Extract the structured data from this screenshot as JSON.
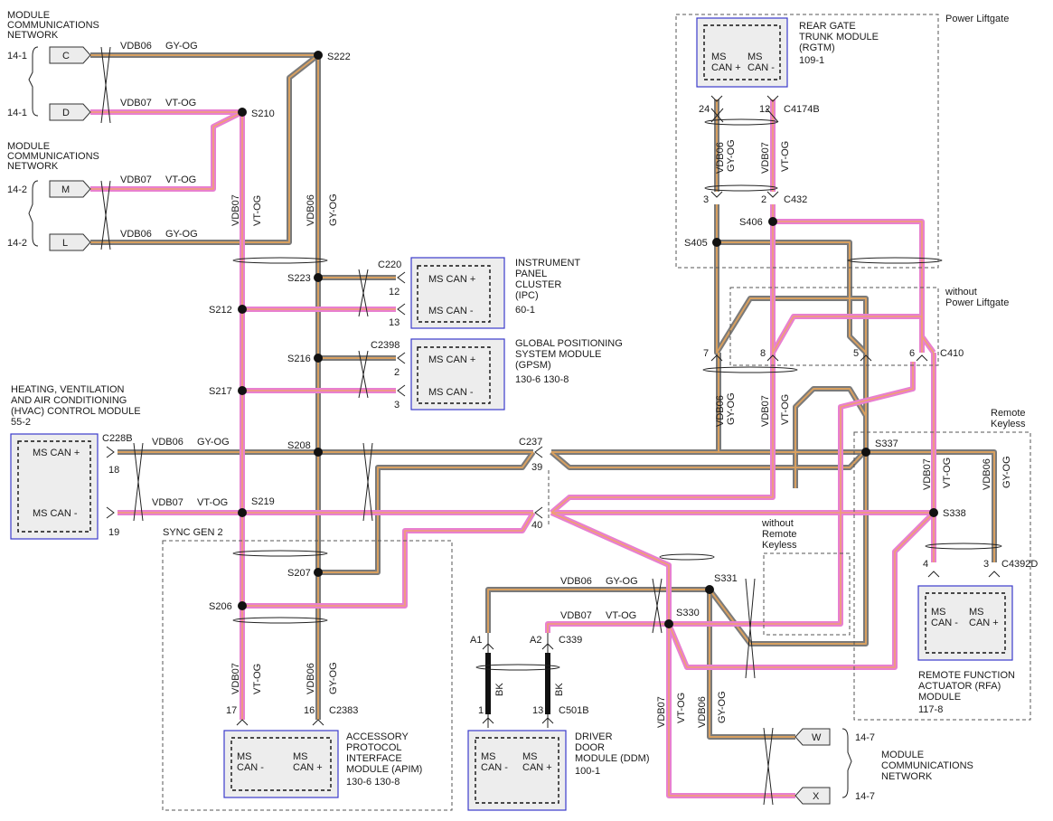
{
  "labels": {
    "mcn_top": [
      "MODULE",
      "COMMUNICATIONS",
      "NETWORK"
    ],
    "mcn_mid": [
      "MODULE",
      "COMMUNICATIONS",
      "NETWORK"
    ],
    "mcn_bottom": [
      "MODULE",
      "COMMUNICATIONS",
      "NETWORK"
    ],
    "ref_14_1a": "14-1",
    "ref_14_1b": "14-1",
    "ref_14_2a": "14-2",
    "ref_14_2b": "14-2",
    "ref_14_7a": "14-7",
    "ref_14_7b": "14-7",
    "conn_C": "C",
    "conn_D": "D",
    "conn_M": "M",
    "conn_L": "L",
    "conn_W": "W",
    "conn_X": "X",
    "power_liftgate": "Power Liftgate",
    "without_power_liftgate": [
      "without",
      "Power Liftgate"
    ],
    "remote_keyless": [
      "Remote",
      "Keyless"
    ],
    "without_remote_keyless": [
      "without",
      "Remote",
      "Keyless"
    ],
    "sync_gen2": "SYNC GEN 2"
  },
  "circuits": {
    "vdb06": "VDB06",
    "vdb07": "VDB07",
    "gyog": "GY-OG",
    "vtog": "VT-OG",
    "bk": "BK"
  },
  "splices": [
    "S222",
    "S210",
    "S223",
    "S212",
    "S216",
    "S217",
    "S208",
    "S219",
    "S207",
    "S206",
    "S405",
    "S406",
    "S337",
    "S338",
    "S331",
    "S330"
  ],
  "connectors": {
    "c220": "C220",
    "c2398": "C2398",
    "c228b": "C228B",
    "c237": "C237",
    "c4174b": "C4174B",
    "c432": "C432",
    "c410": "C410",
    "c4392d": "C4392D",
    "c339": "C339",
    "c501b": "C501B",
    "c2383": "C2383"
  },
  "pins": {
    "p12": "12",
    "p13": "13",
    "p2": "2",
    "p3": "3",
    "p18": "18",
    "p19": "19",
    "p39": "39",
    "p40": "40",
    "p24": "24",
    "p12b": "12",
    "p3b": "3",
    "p2b": "2",
    "p7": "7",
    "p8": "8",
    "p5": "5",
    "p6": "6",
    "p4": "4",
    "p3c": "3",
    "pA1": "A1",
    "pA2": "A2",
    "p1": "1",
    "p13b": "13",
    "p17": "17",
    "p16": "16"
  },
  "modules": {
    "ipc": {
      "name": [
        "INSTRUMENT",
        "PANEL",
        "CLUSTER",
        "(IPC)"
      ],
      "ref": "60-1",
      "pin_a": "MS CAN +",
      "pin_b": "MS CAN -"
    },
    "gpsm": {
      "name": [
        "GLOBAL POSITIONING",
        "SYSTEM MODULE",
        "(GPSM)"
      ],
      "ref": "130-6  130-8",
      "pin_a": "MS CAN +",
      "pin_b": "MS CAN -"
    },
    "hvac": {
      "name": [
        "HEATING, VENTILATION",
        "AND AIR CONDITIONING",
        "(HVAC) CONTROL MODULE"
      ],
      "ref": "55-2",
      "pin_a": "MS CAN +",
      "pin_b": "MS CAN -"
    },
    "rgtm": {
      "name": [
        "REAR GATE",
        "TRUNK MODULE",
        "(RGTM)"
      ],
      "ref": "109-1",
      "pin_a": [
        "MS",
        "CAN +"
      ],
      "pin_b": [
        "MS",
        "CAN -"
      ]
    },
    "rfa": {
      "name": [
        "REMOTE FUNCTION",
        "ACTUATOR (RFA)",
        "MODULE"
      ],
      "ref": "117-8",
      "pin_a": [
        "MS",
        "CAN -"
      ],
      "pin_b": [
        "MS",
        "CAN +"
      ]
    },
    "apim": {
      "name": [
        "ACCESSORY",
        "PROTOCOL",
        "INTERFACE",
        "MODULE (APIM)"
      ],
      "ref": "130-6  130-8",
      "pin_a": [
        "MS",
        "CAN -"
      ],
      "pin_b": [
        "MS",
        "CAN +"
      ]
    },
    "ddm": {
      "name": [
        "DRIVER",
        "DOOR",
        "MODULE (DDM)"
      ],
      "ref": "100-1",
      "pin_a": [
        "MS",
        "CAN -"
      ],
      "pin_b": [
        "MS",
        "CAN +"
      ]
    }
  },
  "colors": {
    "gy_og": "#7a7a7a",
    "vt_og": "#e880d0",
    "module_border": "#3b3bcc"
  }
}
